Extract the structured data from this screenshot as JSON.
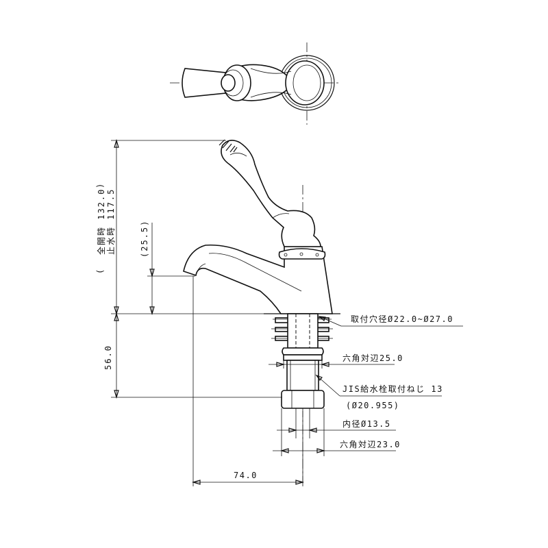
{
  "dimensions": {
    "total_height_open": "全開時 132.0",
    "total_height_closed": "止水時 117.5",
    "spout_height": "(25.5)",
    "lower_length": "56.0",
    "spout_reach": "74.0"
  },
  "callouts": {
    "mounting_hole": "取付穴径Ø22.0~Ø27.0",
    "hex_upper": "六角対辺25.0",
    "thread": "JIS給水栓取付ねじ 13",
    "thread_diameter": "(Ø20.955)",
    "inner_diameter": "内径Ø13.5",
    "hex_lower": "六角対辺23.0"
  }
}
